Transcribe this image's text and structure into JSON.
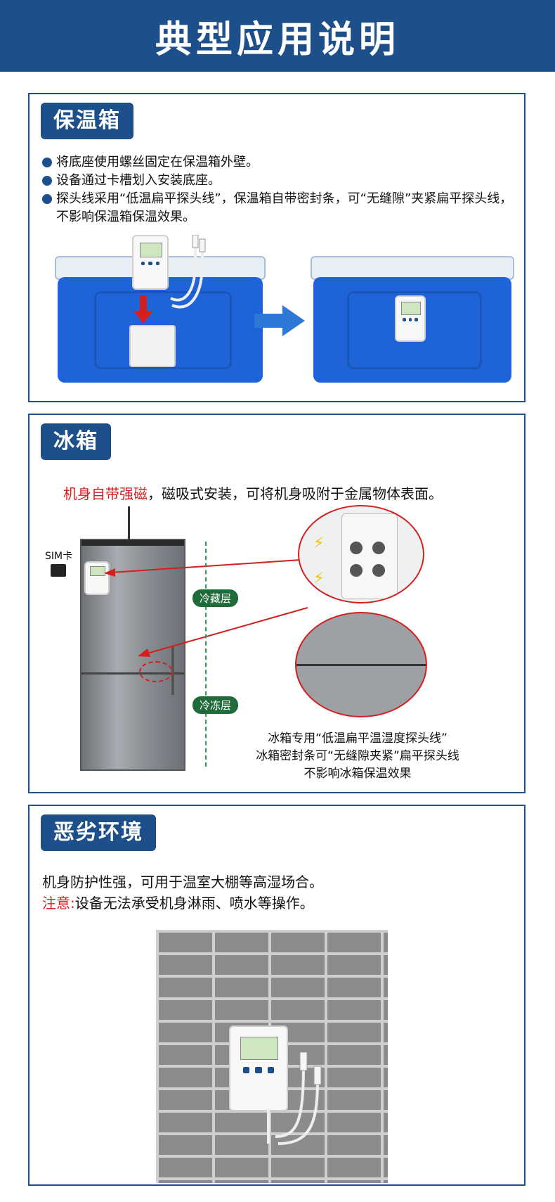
{
  "page_title": "典型应用说明",
  "colors": {
    "primary": "#1d4f8b",
    "accent_red": "#d51f1f",
    "label_green": "#1f6b3a"
  },
  "section1": {
    "tag": "保温箱",
    "bullets": [
      "将底座使用螺丝固定在保温箱外壁。",
      "设备通过卡槽划入安装底座。",
      "探头线采用“低温扁平探头线”，保温箱自带密封条，可“无缝隙”夹紧扁平探头线，不影响保温箱保温效果。"
    ]
  },
  "section2": {
    "tag": "冰箱",
    "lead_red": "机身自带强磁",
    "lead_rest": "，磁吸式安装，可将机身吸附于金属物体表面。",
    "sim_label": "SIM卡",
    "label_fridge": "冷藏层",
    "label_freezer": "冷冻层",
    "notes": [
      "冰箱专用“低温扁平温湿度探头线”",
      "冰箱密封条可“无缝隙夹紧”扁平探头线",
      "不影响冰箱保温效果"
    ]
  },
  "section3": {
    "tag": "恶劣环境",
    "line1": "机身防护性强，可用于温室大棚等高湿场合。",
    "note_prefix": "注意:",
    "note_text": "设备无法承受机身淋雨、喷水等操作。"
  }
}
